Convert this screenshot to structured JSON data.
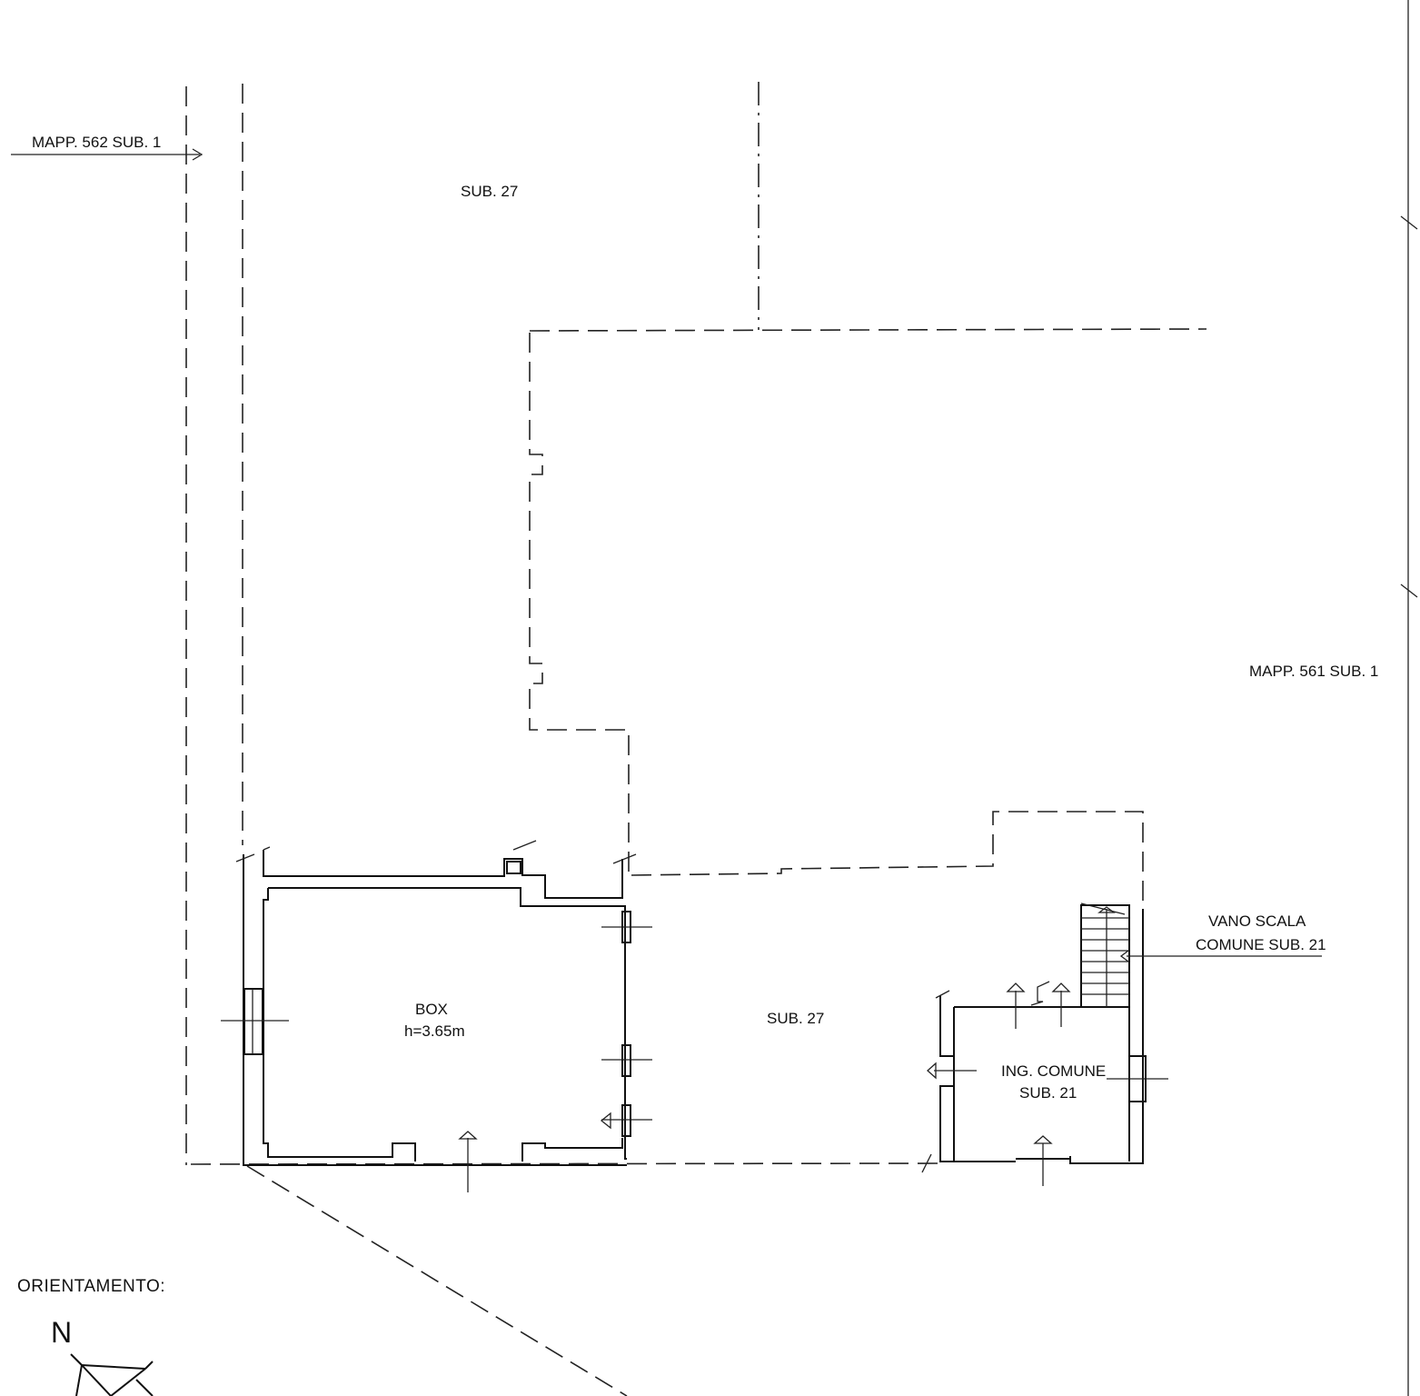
{
  "plan": {
    "labels": {
      "mapp_562": "MAPP. 562 SUB. 1",
      "sub27_top": "SUB. 27",
      "sub27_mid": "SUB. 27",
      "mapp_561": "MAPP. 561 SUB. 1",
      "vano_scala_1": "VANO SCALA",
      "vano_scala_2": "COMUNE SUB. 21",
      "box_1": "BOX",
      "box_2": "h=3.65m",
      "ing_1": "ING. COMUNE",
      "ing_2": "SUB. 21"
    },
    "orientation": {
      "title": "ORIENTAMENTO:",
      "north": "N"
    }
  }
}
